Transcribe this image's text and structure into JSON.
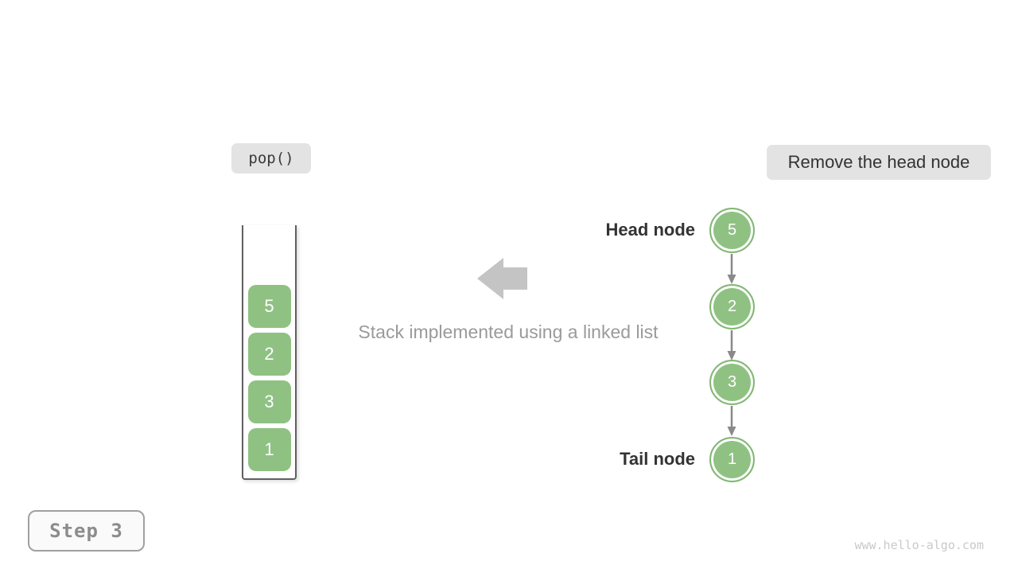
{
  "labels": {
    "operation": "pop()",
    "description": "Remove the head node",
    "caption": "Stack implemented using a linked list",
    "head_node": "Head node",
    "tail_node": "Tail node",
    "step": "Step 3",
    "watermark": "www.hello-algo.com"
  },
  "stack": {
    "items_top_to_bottom": [
      "5",
      "2",
      "3",
      "1"
    ]
  },
  "linked_list": {
    "nodes_head_to_tail": [
      "5",
      "2",
      "3",
      "1"
    ]
  },
  "colors": {
    "node_green": "#8fc183",
    "node_border_green": "#82b873",
    "label_bg": "#e3e3e3",
    "big_arrow_gray": "#c4c4c4",
    "connector_gray": "#8a8a8a",
    "text_dark": "#333333",
    "caption_gray": "#9a9a9a",
    "step_border": "#a0a0a0",
    "step_text": "#8c8c8c",
    "watermark_gray": "#c9c9c9"
  }
}
